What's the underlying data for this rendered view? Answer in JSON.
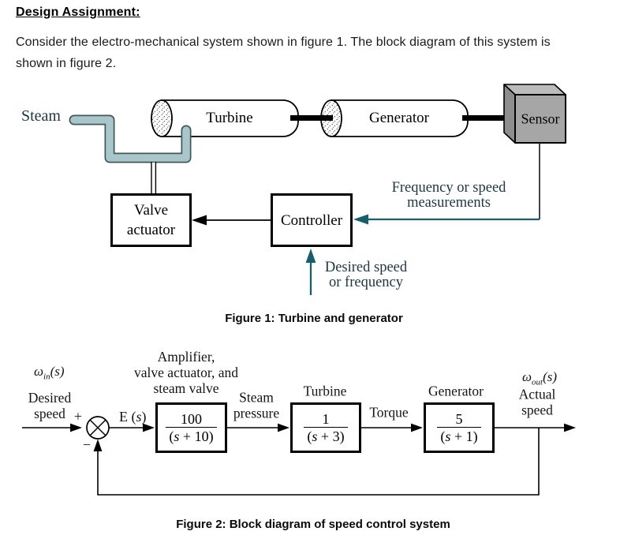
{
  "document": {
    "title": "Design Assignment:",
    "paragraph": [
      "Consider the electro-mechanical system shown in figure 1. The block diagram of this system is",
      "shown in figure 2."
    ]
  },
  "figure1": {
    "caption": "Figure 1: Turbine and generator",
    "steam_label": "Steam",
    "turbine_label": "Turbine",
    "generator_label": "Generator",
    "sensor_label": "Sensor",
    "valve_actuator": [
      "Valve",
      "actuator"
    ],
    "controller_label": "Controller",
    "measurement_label": [
      "Frequency or speed",
      "measurements"
    ],
    "setpoint_label": [
      "Desired speed",
      "or frequency"
    ],
    "colors": {
      "pipe_fill": "#a9c7cb",
      "pipe_outline": "#42575c",
      "signal_teal": "#175f6b",
      "sensor_front": "#a6a6a6",
      "sensor_top": "#bcbcbc",
      "sensor_side": "#8e8e8e",
      "annotation_text": "#1d3640"
    }
  },
  "figure2": {
    "caption": "Figure 2: Block diagram of speed control system",
    "input": {
      "omega": "ω",
      "omega_sub": "in",
      "omega_arg": "(s)",
      "label": [
        "Desired",
        "speed"
      ],
      "plus": "+",
      "minus": "−"
    },
    "error": {
      "pre": "E (",
      "var": "s",
      "post": ")"
    },
    "blocks": [
      {
        "caption": [
          "Amplifier,",
          "valve actuator, and",
          "steam valve"
        ],
        "num": "100",
        "den_pre": "(",
        "den_var": "s",
        "den_post": " + 10)"
      },
      {
        "caption": [
          "Turbine"
        ],
        "num": "1",
        "den_pre": "(",
        "den_var": "s",
        "den_post": " + 3)"
      },
      {
        "caption": [
          "Generator"
        ],
        "num": "5",
        "den_pre": "(",
        "den_var": "s",
        "den_post": " + 1)"
      }
    ],
    "signal_steam": [
      "Steam",
      "pressure"
    ],
    "signal_torque": "Torque",
    "output": {
      "omega": "ω",
      "omega_sub": "out",
      "omega_arg": "(s)",
      "label": [
        "Actual",
        "speed"
      ]
    }
  }
}
